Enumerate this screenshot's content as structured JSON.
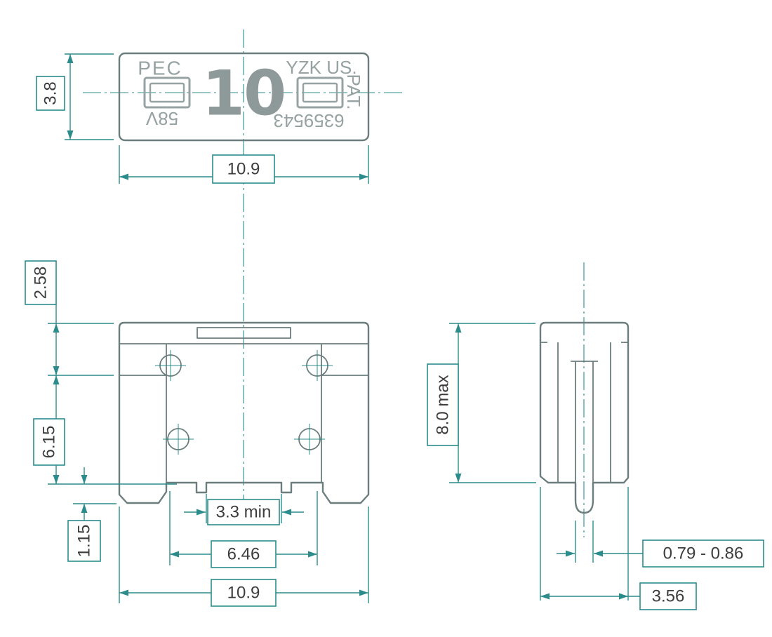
{
  "colors": {
    "outline": "#6b7d7d",
    "dimension": "#2c8c8c",
    "marking": "#97a2a2",
    "label_text": "#3d3d3d",
    "background": "#ffffff"
  },
  "top_view": {
    "markings": {
      "manufacturer": "PEC",
      "amperage": "10",
      "brand": "YZK US.",
      "patent_label": "PAT.",
      "voltage": "58V",
      "patent_number": "6359543"
    },
    "dimensions": {
      "height": "3.8",
      "width": "10.9"
    }
  },
  "front_view": {
    "dimensions": {
      "top_section": "2.58",
      "body": "6.15",
      "leg": "1.15",
      "terminal_gap": "3.3 min",
      "terminal_spacing": "6.46",
      "width": "10.9"
    }
  },
  "side_view": {
    "dimensions": {
      "height": "8.0 max",
      "blade_thickness": "0.79 - 0.86",
      "depth": "3.56"
    }
  }
}
